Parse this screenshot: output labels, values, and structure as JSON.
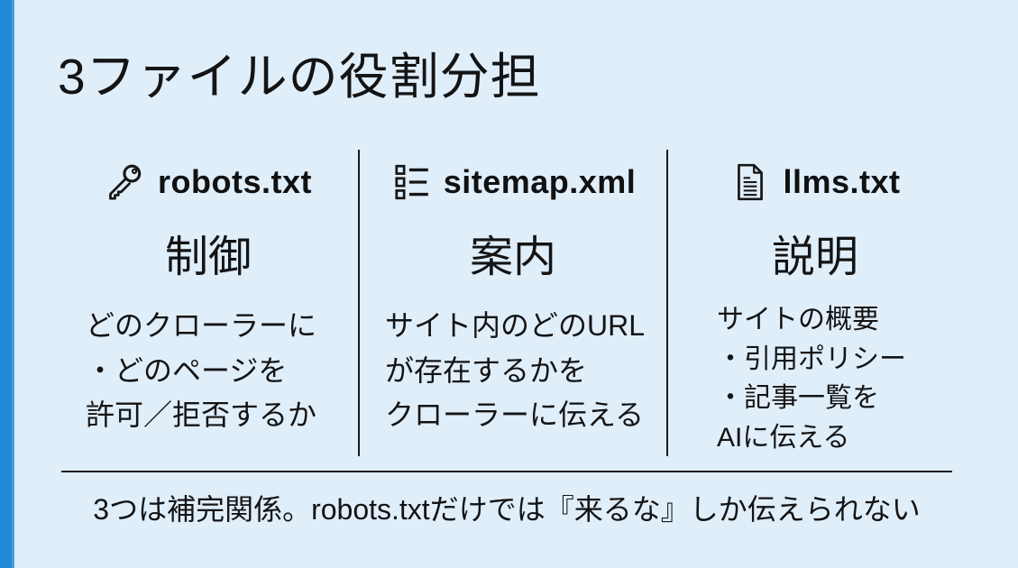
{
  "slide": {
    "title": "3ファイルの役割分担",
    "columns": [
      {
        "icon": "key-icon",
        "file": "robots.txt",
        "role": "制御",
        "desc_lines": [
          "どのクローラーに",
          "・どのページを",
          "許可／拒否するか"
        ]
      },
      {
        "icon": "list-icon",
        "file": "sitemap.xml",
        "role": "案内",
        "desc_lines": [
          "サイト内のどのURL",
          "が存在するかを",
          "クローラーに伝える"
        ]
      },
      {
        "icon": "document-icon",
        "file": "llms.txt",
        "role": "説明",
        "desc_lines": [
          "サイトの概要",
          "・引用ポリシー",
          "・記事一覧を",
          "AIに伝える"
        ]
      }
    ],
    "footer": {
      "note": "3つは補完関係。robots.txtだけでは『来るな』しか伝えられない"
    },
    "colors": {
      "background": "#e0eefa",
      "accent_stripe": "#2289d8",
      "accent_stripe_light": "#4aa0e0",
      "text": "#141414",
      "divider": "#1c1c1c"
    }
  }
}
